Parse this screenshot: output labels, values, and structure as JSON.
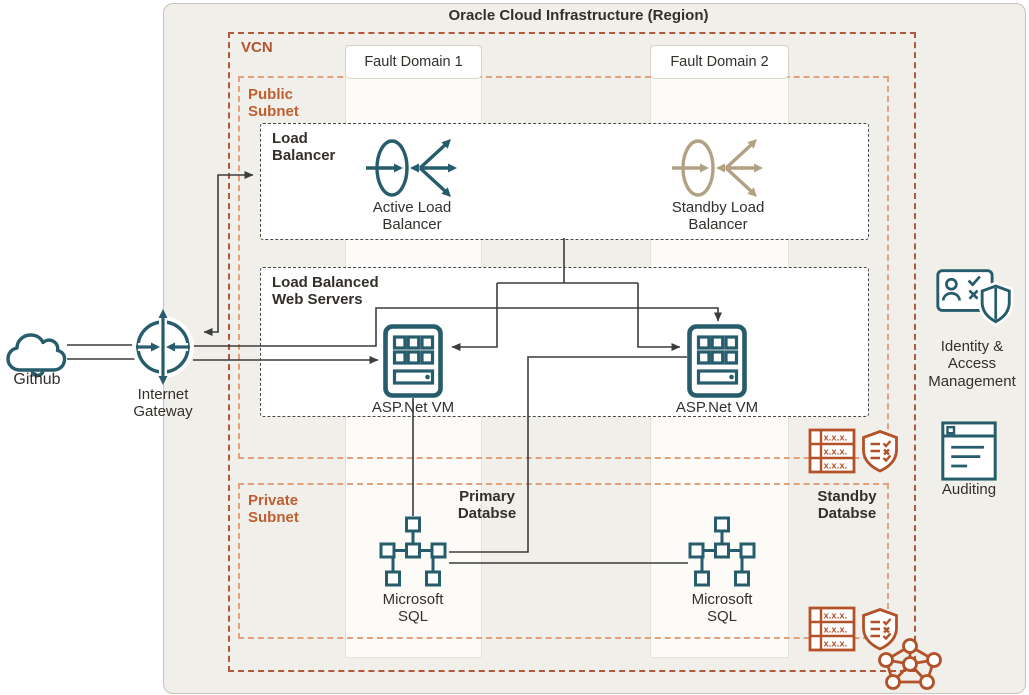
{
  "region": {
    "title": "Oracle Cloud Infrastructure (Region)"
  },
  "vcn": {
    "label": "VCN"
  },
  "fault_domains": {
    "fd1": "Fault Domain 1",
    "fd2": "Fault Domain 2"
  },
  "subnets": {
    "public": "Public\nSubnet",
    "private": "Private\nSubnet"
  },
  "external": {
    "github": "Github",
    "internet_gateway": "Internet\nGateway"
  },
  "load_balancer": {
    "box_title": "Load\nBalancer",
    "active": "Active Load\nBalancer",
    "standby": "Standby Load\nBalancer"
  },
  "web_servers": {
    "box_title": "Load Balanced\nWeb Servers",
    "vm_left": "ASP.Net VM",
    "vm_right": "ASP.Net VM"
  },
  "databases": {
    "primary": "Primary\nDatabse",
    "standby": "Standby\nDatabse",
    "sql_left": "Microsoft\nSQL",
    "sql_right": "Microsoft\nSQL"
  },
  "services": {
    "iam": "Identity &\nAccess\nManagement",
    "auditing": "Auditing"
  },
  "icons": {
    "route_table_row": "x.x.x."
  },
  "colors": {
    "teal": "#265c6b",
    "tan": "#b3a183",
    "rust": "#b2552e",
    "rust-light": "#e0a17c",
    "rust-icon": "#b35128",
    "line": "#3c3c3c",
    "bg": "#f1efe9",
    "col": "#fcfbf8",
    "ink": "#33302c"
  }
}
